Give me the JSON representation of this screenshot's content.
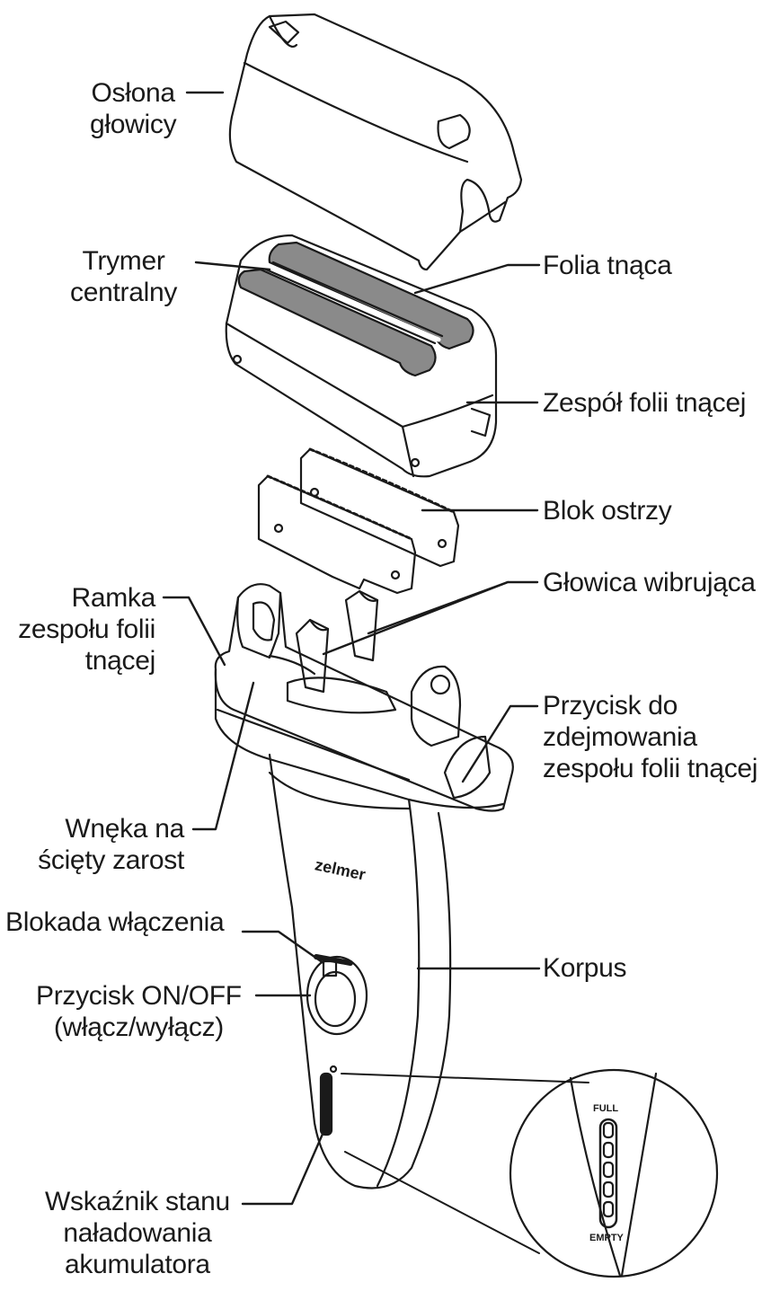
{
  "labels": {
    "oslona_glowicy": [
      "Osłona",
      "głowicy"
    ],
    "trymer_centralny": [
      "Trymer",
      "centralny"
    ],
    "folia_tnaca": "Folia tnąca",
    "zespol_folii": "Zespół folii tnącej",
    "blok_ostrzy": "Blok ostrzy",
    "glowica_wibrujaca": "Głowica wibrująca",
    "ramka": [
      "Ramka",
      "zespołu folii",
      "tnącej"
    ],
    "przycisk_zdejmowania": [
      "Przycisk do",
      "zdejmowania",
      "zespołu folii tnącej"
    ],
    "wneka": [
      "Wnęka na",
      "ścięty zarost"
    ],
    "blokada": "Blokada włączenia",
    "korpus": "Korpus",
    "przycisk_onoff": [
      "Przycisk ON/OFF",
      "(włącz/wyłącz)"
    ],
    "wskaznik": [
      "Wskaźnik stanu",
      "naładowania",
      "akumulatora"
    ]
  },
  "device_text": {
    "brand": "zelmer",
    "full": "FULL",
    "empty": "EMPTY"
  },
  "colors": {
    "line": "#1a1a1a",
    "foil": "#8a8a8a",
    "background": "#ffffff"
  }
}
